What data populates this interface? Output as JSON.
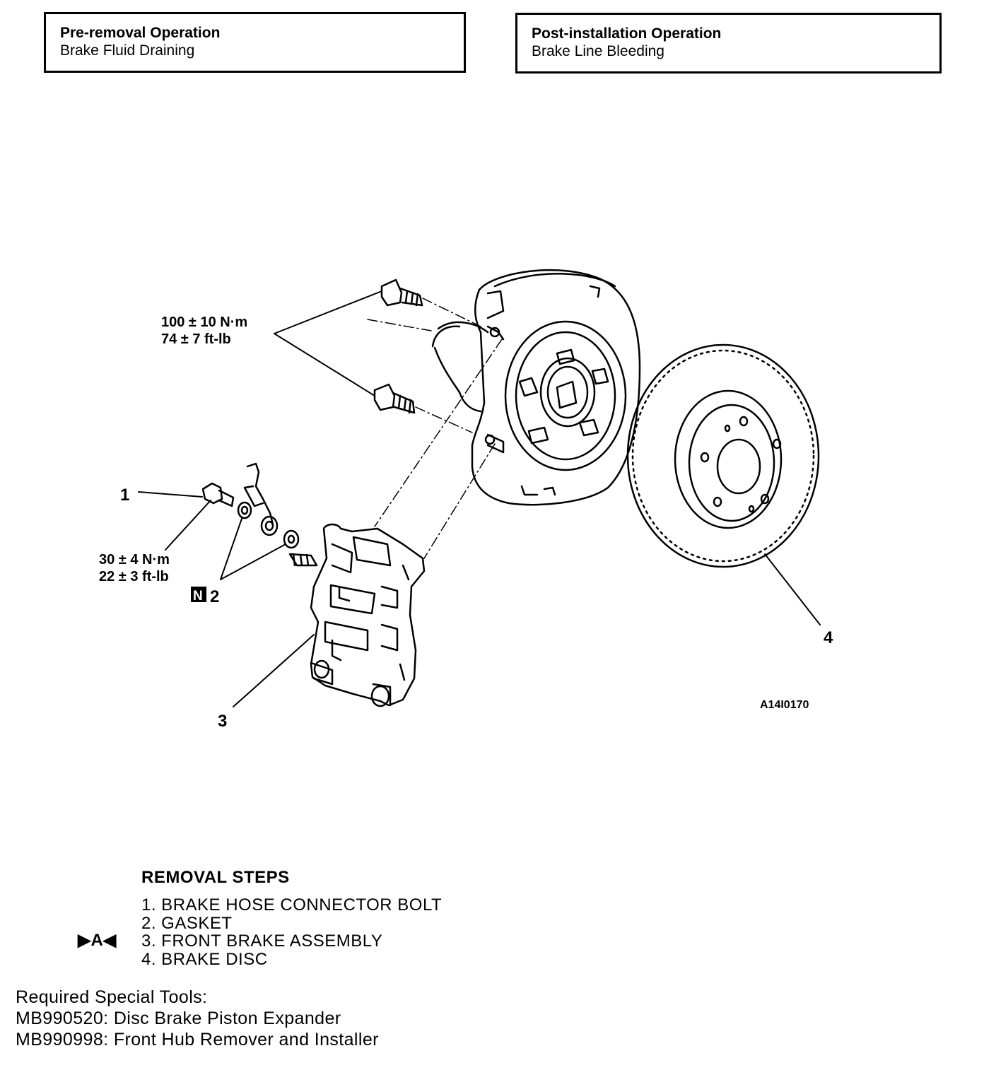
{
  "pre_removal": {
    "title": "Pre-removal Operation",
    "value": "Brake Fluid Draining"
  },
  "post_installation": {
    "title": "Post-installation Operation",
    "value": "Brake Line Bleeding"
  },
  "diagram": {
    "torque_top_nm": "100 ± 10 N·m",
    "torque_top_ftlb": "74 ± 7 ft-lb",
    "torque_bolt_nm": "30 ± 4 N·m",
    "torque_bolt_ftlb": "22 ± 3 ft-lb",
    "callouts": [
      "1",
      "2",
      "3",
      "4"
    ],
    "new_part_mark": "N",
    "figure_code": "A14I0170"
  },
  "removal_steps": {
    "heading": "REMOVAL STEPS",
    "marker": "▶A◀",
    "items": [
      "1. BRAKE HOSE CONNECTOR BOLT",
      "2. GASKET",
      "3. FRONT BRAKE ASSEMBLY",
      "4. BRAKE DISC"
    ]
  },
  "tools": {
    "heading": "Required Special Tools:",
    "items": [
      "MB990520: Disc Brake Piston Expander",
      "MB990998: Front Hub Remover and Installer"
    ]
  }
}
